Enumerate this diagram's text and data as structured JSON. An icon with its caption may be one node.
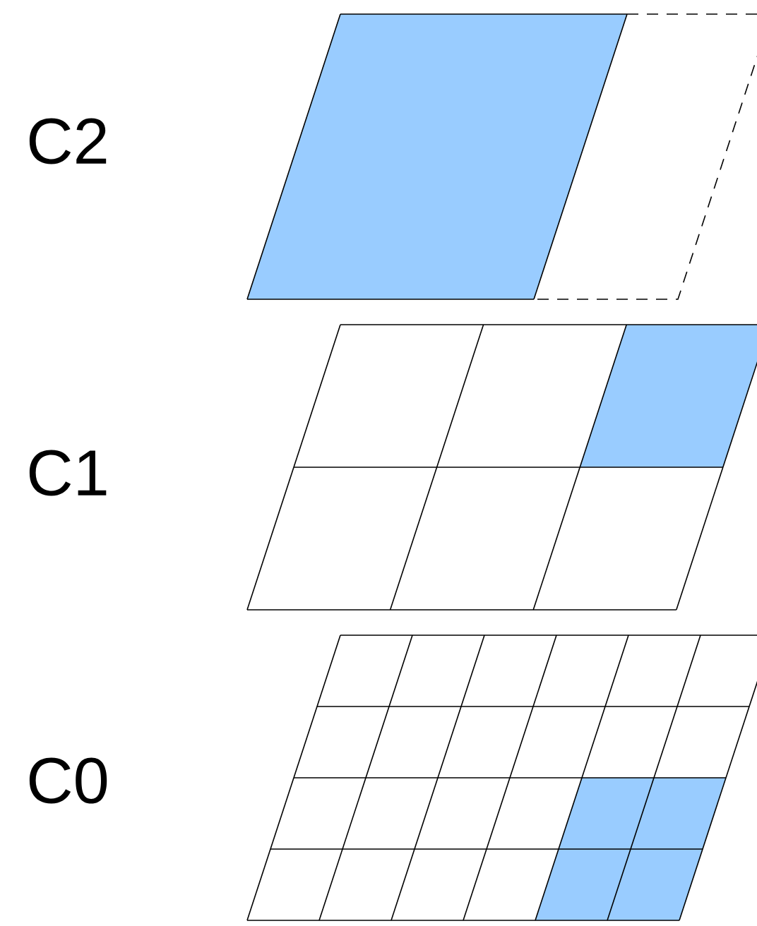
{
  "diagram": {
    "labels": [
      "C2",
      "C1",
      "C0"
    ]
  }
}
